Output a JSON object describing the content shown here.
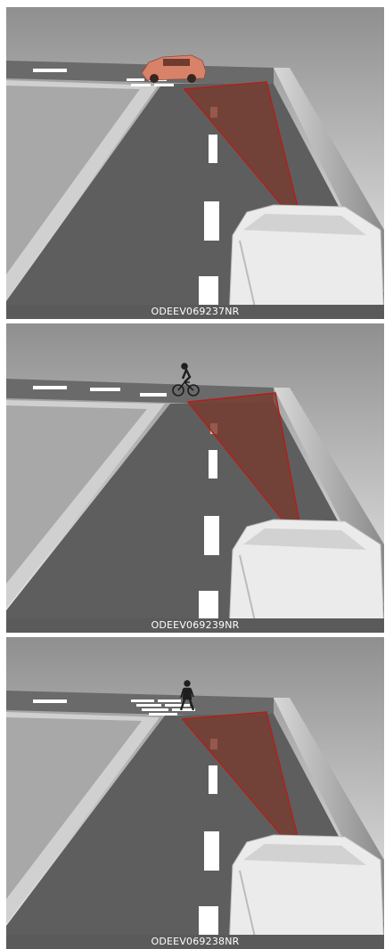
{
  "panels": [
    {
      "caption": "ODEEV069237NR",
      "object": "car-icon"
    },
    {
      "caption": "ODEEV069239NR",
      "object": "cyclist-icon"
    },
    {
      "caption": "ODEEV069238NR",
      "object": "pedestrian-icon"
    }
  ],
  "colors": {
    "sky_top": "#9a9a9a",
    "sky_bottom": "#ececec",
    "road": "#5c5c5c",
    "lane_marking": "#ffffff",
    "sensor_zone_fill": "#7a3a2e",
    "sensor_zone_edge": "#b0201a",
    "detected_car": "#d8826a"
  }
}
